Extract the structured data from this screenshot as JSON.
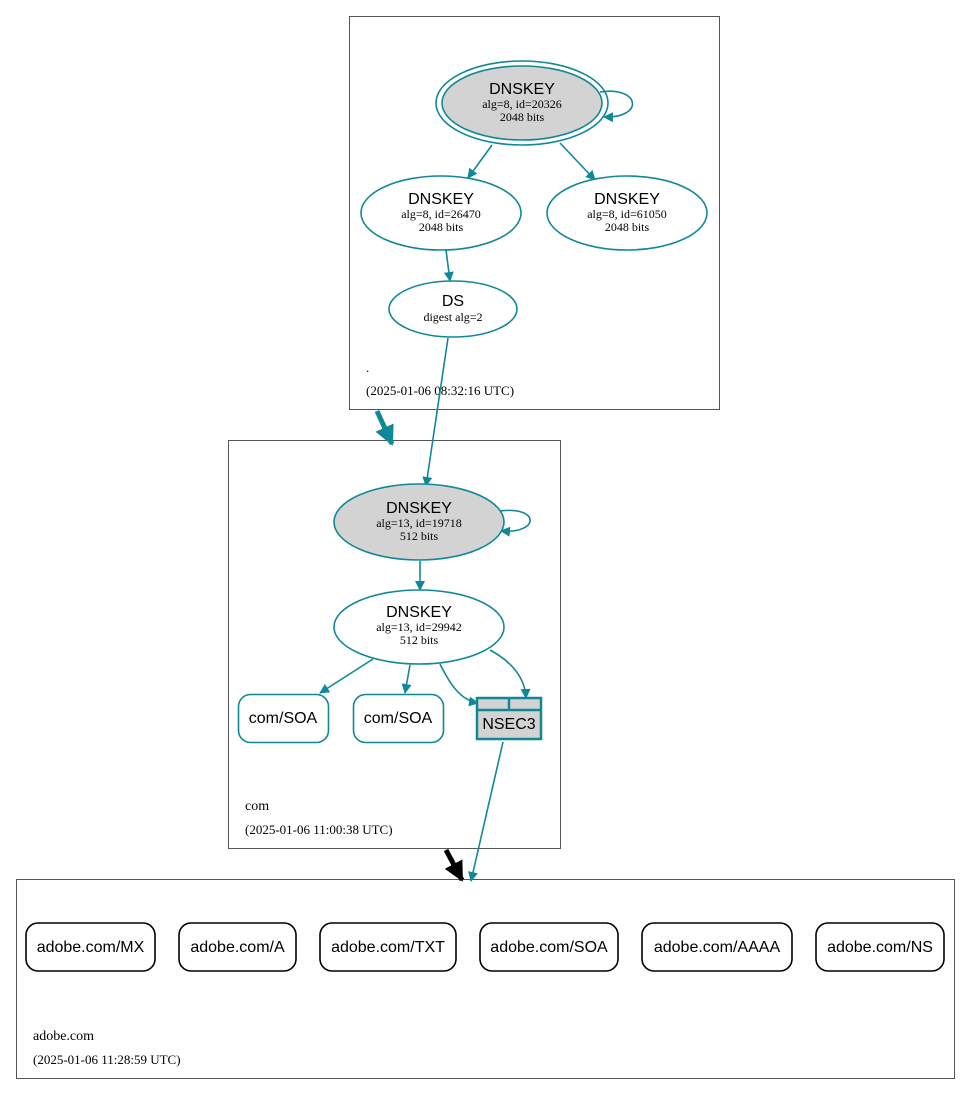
{
  "zones": {
    "root": {
      "name": ".",
      "timestamp": "(2025-01-06 08:32:16 UTC)"
    },
    "com": {
      "name": "com",
      "timestamp": "(2025-01-06 11:00:38 UTC)"
    },
    "adobe": {
      "name": "adobe.com",
      "timestamp": "(2025-01-06 11:28:59 UTC)"
    }
  },
  "root_nodes": {
    "ksk": {
      "title": "DNSKEY",
      "line1": "alg=8, id=20326",
      "line2": "2048 bits"
    },
    "zsk1": {
      "title": "DNSKEY",
      "line1": "alg=8, id=26470",
      "line2": "2048 bits"
    },
    "zsk2": {
      "title": "DNSKEY",
      "line1": "alg=8, id=61050",
      "line2": "2048 bits"
    },
    "ds": {
      "title": "DS",
      "line1": "digest alg=2"
    }
  },
  "com_nodes": {
    "ksk": {
      "title": "DNSKEY",
      "line1": "alg=13, id=19718",
      "line2": "512 bits"
    },
    "zsk": {
      "title": "DNSKEY",
      "line1": "alg=13, id=29942",
      "line2": "512 bits"
    },
    "soa1": "com/SOA",
    "soa2": "com/SOA",
    "nsec3": "NSEC3"
  },
  "adobe_records": [
    "adobe.com/MX",
    "adobe.com/A",
    "adobe.com/TXT",
    "adobe.com/SOA",
    "adobe.com/AAAA",
    "adobe.com/NS"
  ],
  "colors": {
    "edge": "#108898",
    "ksk_fill": "#d3d3d3",
    "zone_border": "#555555",
    "delegation_insecure": "#000000"
  }
}
